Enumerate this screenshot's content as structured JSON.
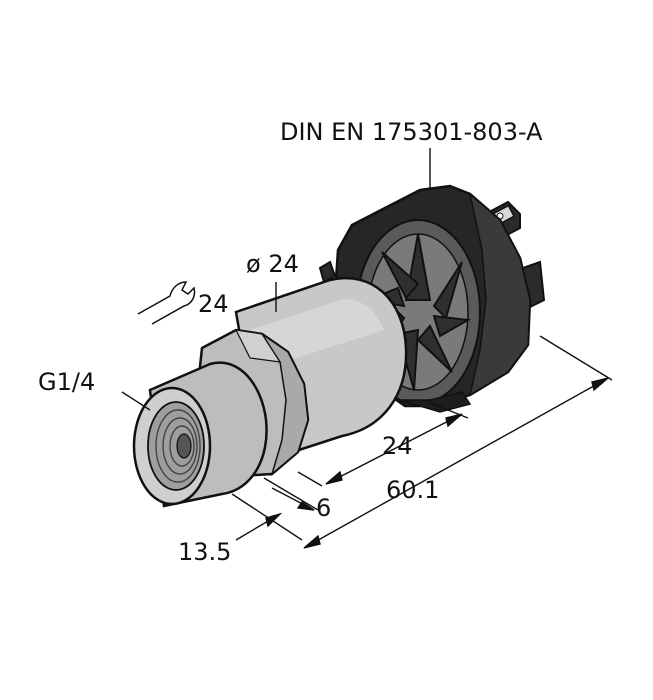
{
  "labels": {
    "connector_standard": "DIN EN 175301-803-A",
    "body_diameter": "ø 24",
    "wrench_size": "24",
    "thread": "G1/4",
    "dim_housing": "24",
    "dim_overall": "60.1",
    "dim_hex": "6",
    "dim_thread": "13.5"
  },
  "colors": {
    "outline": "#111111",
    "body_grey": "#c8c8c8",
    "body_grey_dark": "#a9a9a9",
    "connector_black": "#262626",
    "connector_mid": "#444444"
  },
  "icons": {
    "wrench": "wrench-icon"
  }
}
